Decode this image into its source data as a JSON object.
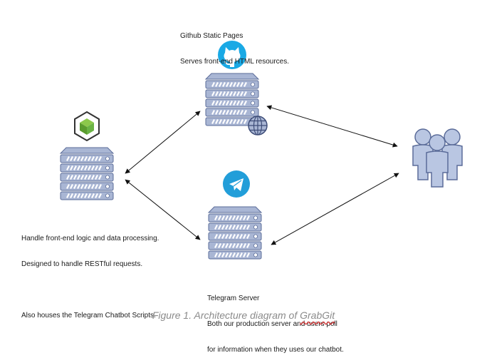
{
  "github_node": {
    "title": "Github Static Pages",
    "description": "Serves front-end HTML resources.",
    "icon": "github-octocat-icon",
    "badge_icon": "globe-icon",
    "accent": "#19a9e5"
  },
  "backend_node": {
    "line1": "Handle front-end logic and data processing.",
    "line2": "Designed to handle RESTful requests.",
    "line3": "Also houses the Telegram Chatbot Scripts.",
    "icon": "nodejs-hexagon-icon",
    "accent": "#6ab344"
  },
  "telegram_node": {
    "title": "Telegram Server",
    "line1": "Both our production server and users poll",
    "line2": "for information when they uses our chatbot.",
    "icon": "telegram-icon",
    "accent": "#229ed9"
  },
  "users_node": {
    "icon": "users-group-icon"
  },
  "caption": {
    "prefix": "Figure 1. Architecture diagram of ",
    "app_name": "GrabGit"
  },
  "colors": {
    "server_fill": "#a9b6d4",
    "server_stroke": "#5b6c99",
    "users_fill": "#b9c6e2"
  }
}
